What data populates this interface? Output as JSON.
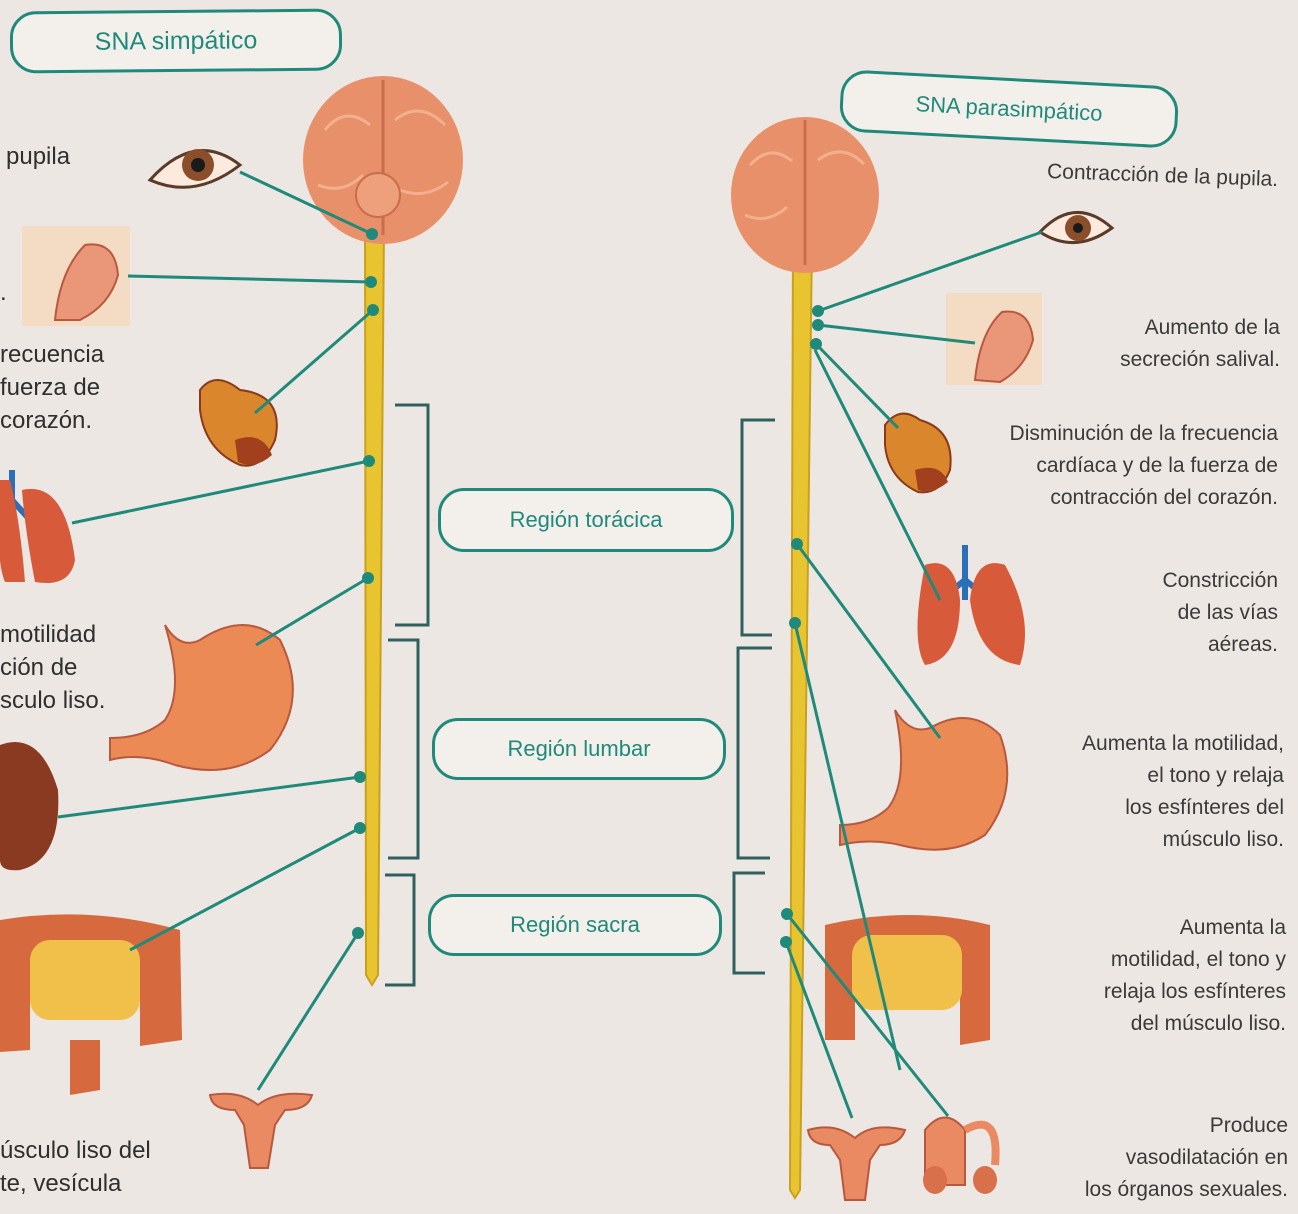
{
  "colors": {
    "accent": "#1f8a7a",
    "spinal_cord": "#e8c430",
    "brain": "#e8906a",
    "organ": "#e37a4e",
    "background": "#ece7e2"
  },
  "labels": {
    "sympathetic": "SNA simpático",
    "parasympathetic": "SNA parasimpático",
    "thoracic": "Región torácica",
    "lumbar": "Región lumbar",
    "sacral": "Región sacra"
  },
  "sympathetic_effects": {
    "pupil": "pupila",
    "saliva": ".",
    "heart": [
      "recuencia",
      "fuerza de",
      "corazón."
    ],
    "digestive": [
      "motilidad",
      "ción de",
      "sculo liso."
    ],
    "bottom": [
      "úsculo liso del",
      "te, vesícula"
    ]
  },
  "parasympathetic_effects": {
    "pupil": "Contracción de la pupila.",
    "saliva": [
      "Aumento de la",
      "secreción salival."
    ],
    "heart": [
      "Disminución de la frecuencia",
      "cardíaca y de la fuerza de",
      "contracción del corazón."
    ],
    "airways": [
      "Constricción",
      "de las vías",
      "aéreas."
    ],
    "stomach": [
      "Aumenta la motilidad,",
      "el tono y relaja",
      "los esfínteres del",
      "músculo liso."
    ],
    "intestine": [
      "Aumenta la",
      "motilidad, el tono y",
      "relaja los esfínteres",
      "del músculo liso."
    ],
    "sexual": [
      "Produce",
      "vasodilatación en",
      "los órganos sexuales."
    ]
  },
  "icons": [
    "brain-icon",
    "eye-icon",
    "salivary-gland-icon",
    "heart-icon",
    "lungs-icon",
    "stomach-icon",
    "kidney-icon",
    "intestine-icon",
    "uterus-icon",
    "male-reproductive-icon"
  ]
}
